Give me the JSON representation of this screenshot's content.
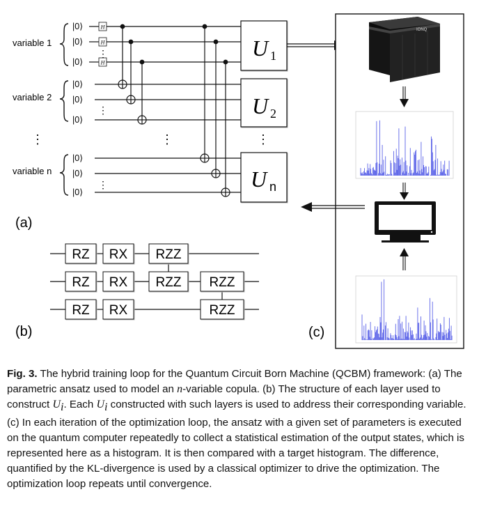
{
  "figure": {
    "panel_a": {
      "label": "(a)",
      "variable_labels": [
        "variable 1",
        "variable 2",
        "variable n"
      ],
      "ket": "|0⟩",
      "hadamard": "H",
      "unitary_base": "U",
      "unitary_subscripts": [
        "1",
        "2",
        "n"
      ],
      "ellipsis": "⋮"
    },
    "panel_b": {
      "label": "(b)",
      "gates": [
        "RZ",
        "RX",
        "RZZ"
      ]
    },
    "panel_c": {
      "label": "(c)",
      "device_logo": "IONQ"
    },
    "colors": {
      "histogram": "#5b63e8",
      "device": "#1a1a1a",
      "line": "#111111"
    }
  },
  "caption": {
    "label": "Fig. 3.",
    "text_1": " The hybrid training loop for the Quantum Circuit Born Machine (QCBM) framework: (a) The parametric ansatz used to model an ",
    "math_n": "n",
    "text_2": "-variable copula.  (b) The structure of each layer used to construct ",
    "math_Ui_1": "U",
    "sub_i_1": "i",
    "text_3": ".  Each ",
    "math_Ui_2": "U",
    "sub_i_2": "i",
    "text_4": " constructed with such layers is used to address their corresponding variable. (c) In each iteration of the optimization loop, the ansatz with a given set of parameters is executed on the quantum computer repeatedly to collect a statistical estimation of the output states, which is represented here as a histogram. It is then compared with a target histogram. The difference, quantified by the KL-divergence is used by a classical optimizer to drive the optimization. The optimization loop repeats until convergence."
  }
}
